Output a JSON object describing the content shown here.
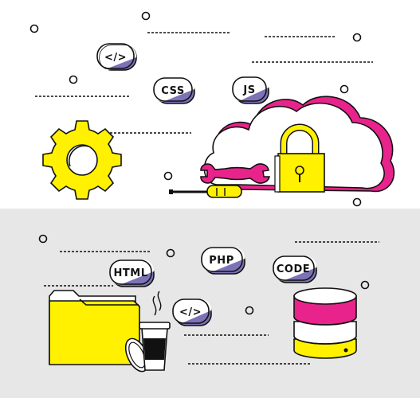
{
  "colors": {
    "top_background": "#ffffff",
    "bottom_background": "#e6e7e6",
    "yellow": "#fff100",
    "magenta": "#e9238c",
    "purple": "#7b73b5",
    "ink": "#111111"
  },
  "badges": {
    "code_tag_top": "</>",
    "css": "CSS",
    "js": "JS",
    "html": "HTML",
    "php": "PHP",
    "code": "CODE",
    "code_tag_bottom": "</>"
  },
  "icons": [
    "gear-icon",
    "cloud-icon",
    "padlock-icon",
    "wrench-icon",
    "screwdriver-icon",
    "folder-icon",
    "coffee-cup-icon",
    "database-icon"
  ]
}
